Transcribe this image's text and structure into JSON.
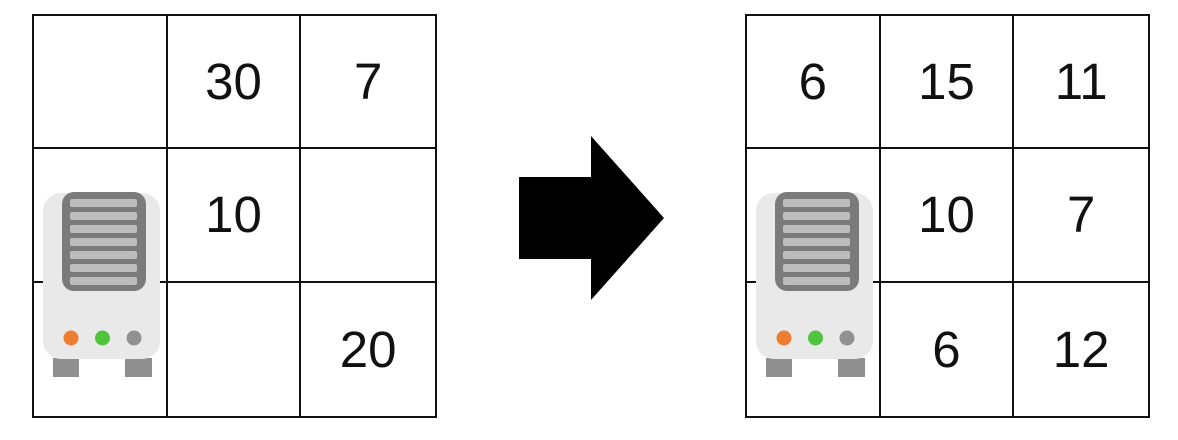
{
  "left_grid": {
    "rows": [
      [
        "",
        "30",
        "7"
      ],
      [
        "",
        "10",
        ""
      ],
      [
        "",
        "",
        "20"
      ]
    ],
    "icon": "server-icon",
    "icon_position": "column 1, spanning rows 2-3"
  },
  "right_grid": {
    "rows": [
      [
        "6",
        "15",
        "11"
      ],
      [
        "",
        "10",
        "7"
      ],
      [
        "",
        "6",
        "12"
      ]
    ],
    "icon": "server-icon",
    "icon_position": "column 1, spanning rows 2-3"
  },
  "arrow": {
    "direction": "right",
    "color": "#000000"
  },
  "colors": {
    "grid-line": "#111111",
    "number": "#111111",
    "arrow": "#000000",
    "server-body": "#e9e9e9",
    "server-vent-frame": "#7b7b7b",
    "server-vent-slat": "#bdbdbd",
    "server-led-orange": "#ed7d31",
    "server-led-green": "#4fc43c",
    "server-led-gray": "#919191",
    "server-foot": "#8f8f8f"
  }
}
